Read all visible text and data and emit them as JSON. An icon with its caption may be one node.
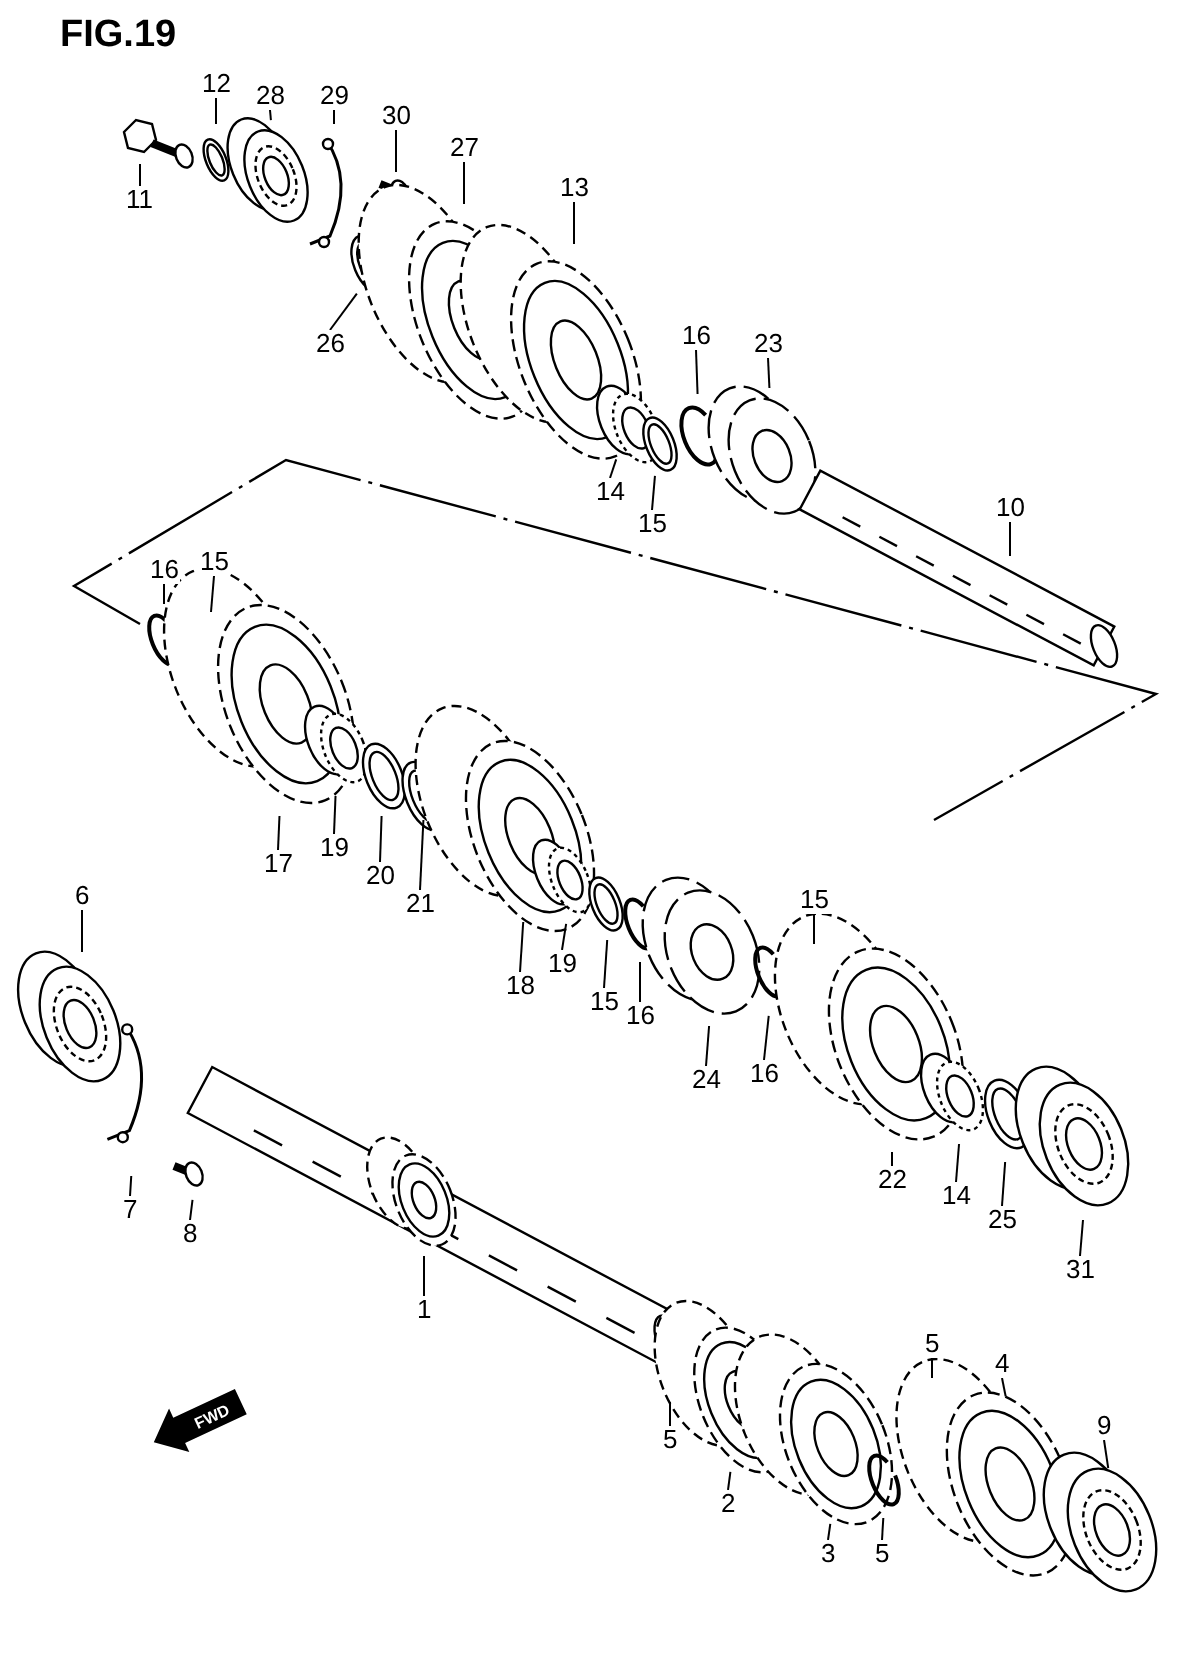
{
  "diagram": {
    "title": "FIG.19",
    "nodes": [
      {
        "text": [
          "12"
        ]
      },
      {
        "text": [
          "28"
        ]
      },
      {
        "text": [
          "29"
        ]
      },
      {
        "text": [
          "30"
        ]
      },
      {
        "text": [
          "11"
        ]
      },
      {
        "text": [
          "27"
        ]
      },
      {
        "text": [
          "13"
        ]
      },
      {
        "text": [
          "26"
        ]
      },
      {
        "text": [
          "16"
        ]
      },
      {
        "text": [
          "23"
        ]
      },
      {
        "text": [
          "14"
        ]
      },
      {
        "text": [
          "15"
        ]
      },
      {
        "text": [
          "10"
        ]
      },
      {
        "text": [
          "16"
        ]
      },
      {
        "text": [
          "15"
        ]
      },
      {
        "text": [
          "17"
        ]
      },
      {
        "text": [
          "19"
        ]
      },
      {
        "text": [
          "20"
        ]
      },
      {
        "text": [
          "21"
        ]
      },
      {
        "text": [
          "6"
        ]
      },
      {
        "text": [
          "18"
        ]
      },
      {
        "text": [
          "19"
        ]
      },
      {
        "text": [
          "15"
        ]
      },
      {
        "text": [
          "15"
        ]
      },
      {
        "text": [
          "16"
        ]
      },
      {
        "text": [
          "24"
        ]
      },
      {
        "text": [
          "16"
        ]
      },
      {
        "text": [
          "22"
        ]
      },
      {
        "text": [
          "14"
        ]
      },
      {
        "text": [
          "25"
        ]
      },
      {
        "text": [
          "7"
        ]
      },
      {
        "text": [
          "8"
        ]
      },
      {
        "text": [
          "31"
        ]
      },
      {
        "text": [
          "1"
        ]
      },
      {
        "text": [
          "5"
        ]
      },
      {
        "text": [
          "4"
        ]
      },
      {
        "text": [
          "9"
        ]
      },
      {
        "text": [
          "2"
        ]
      },
      {
        "text": [
          "3"
        ]
      },
      {
        "text": [
          "5"
        ]
      },
      {
        "text": [
          "5"
        ]
      }
    ],
    "edges": [
      {
        "from": 0,
        "to": null,
        "arrow": "none"
      },
      {
        "from": 1,
        "to": null,
        "arrow": "none"
      },
      {
        "from": 2,
        "to": null,
        "arrow": "none"
      },
      {
        "from": 3,
        "to": null,
        "arrow": "none"
      },
      {
        "from": 4,
        "to": null,
        "arrow": "none"
      },
      {
        "from": 5,
        "to": null,
        "arrow": "none"
      },
      {
        "from": 6,
        "to": null,
        "arrow": "none"
      },
      {
        "from": 7,
        "to": null,
        "arrow": "none"
      },
      {
        "from": 8,
        "to": null,
        "arrow": "none"
      },
      {
        "from": 9,
        "to": null,
        "arrow": "none"
      },
      {
        "from": 10,
        "to": null,
        "arrow": "none"
      },
      {
        "from": 11,
        "to": null,
        "arrow": "none"
      },
      {
        "from": 12,
        "to": null,
        "arrow": "none"
      },
      {
        "from": 13,
        "to": null,
        "arrow": "none"
      },
      {
        "from": 14,
        "to": null,
        "arrow": "none"
      },
      {
        "from": 15,
        "to": null,
        "arrow": "none"
      },
      {
        "from": 16,
        "to": null,
        "arrow": "none"
      },
      {
        "from": 17,
        "to": null,
        "arrow": "none"
      },
      {
        "from": 18,
        "to": null,
        "arrow": "none"
      },
      {
        "from": 19,
        "to": null,
        "arrow": "none"
      },
      {
        "from": 20,
        "to": null,
        "arrow": "none"
      },
      {
        "from": 21,
        "to": null,
        "arrow": "none"
      },
      {
        "from": 22,
        "to": null,
        "arrow": "none"
      },
      {
        "from": 23,
        "to": null,
        "arrow": "none"
      },
      {
        "from": 24,
        "to": null,
        "arrow": "none"
      },
      {
        "from": 25,
        "to": null,
        "arrow": "none"
      },
      {
        "from": 26,
        "to": null,
        "arrow": "none"
      },
      {
        "from": 27,
        "to": null,
        "arrow": "none"
      },
      {
        "from": 28,
        "to": null,
        "arrow": "none"
      },
      {
        "from": 29,
        "to": null,
        "arrow": "none"
      },
      {
        "from": 30,
        "to": null,
        "arrow": "none"
      },
      {
        "from": 31,
        "to": null,
        "arrow": "none"
      },
      {
        "from": 32,
        "to": null,
        "arrow": "none"
      },
      {
        "from": 33,
        "to": null,
        "arrow": "none"
      },
      {
        "from": 34,
        "to": null,
        "arrow": "none"
      },
      {
        "from": 35,
        "to": null,
        "arrow": "none"
      },
      {
        "from": 36,
        "to": null,
        "arrow": "none"
      },
      {
        "from": 37,
        "to": null,
        "arrow": "none"
      },
      {
        "from": 38,
        "to": null,
        "arrow": "none"
      },
      {
        "from": 39,
        "to": null,
        "arrow": "none"
      },
      {
        "from": 40,
        "to": null,
        "arrow": "none"
      }
    ],
    "labels": [
      "FWD"
    ]
  }
}
